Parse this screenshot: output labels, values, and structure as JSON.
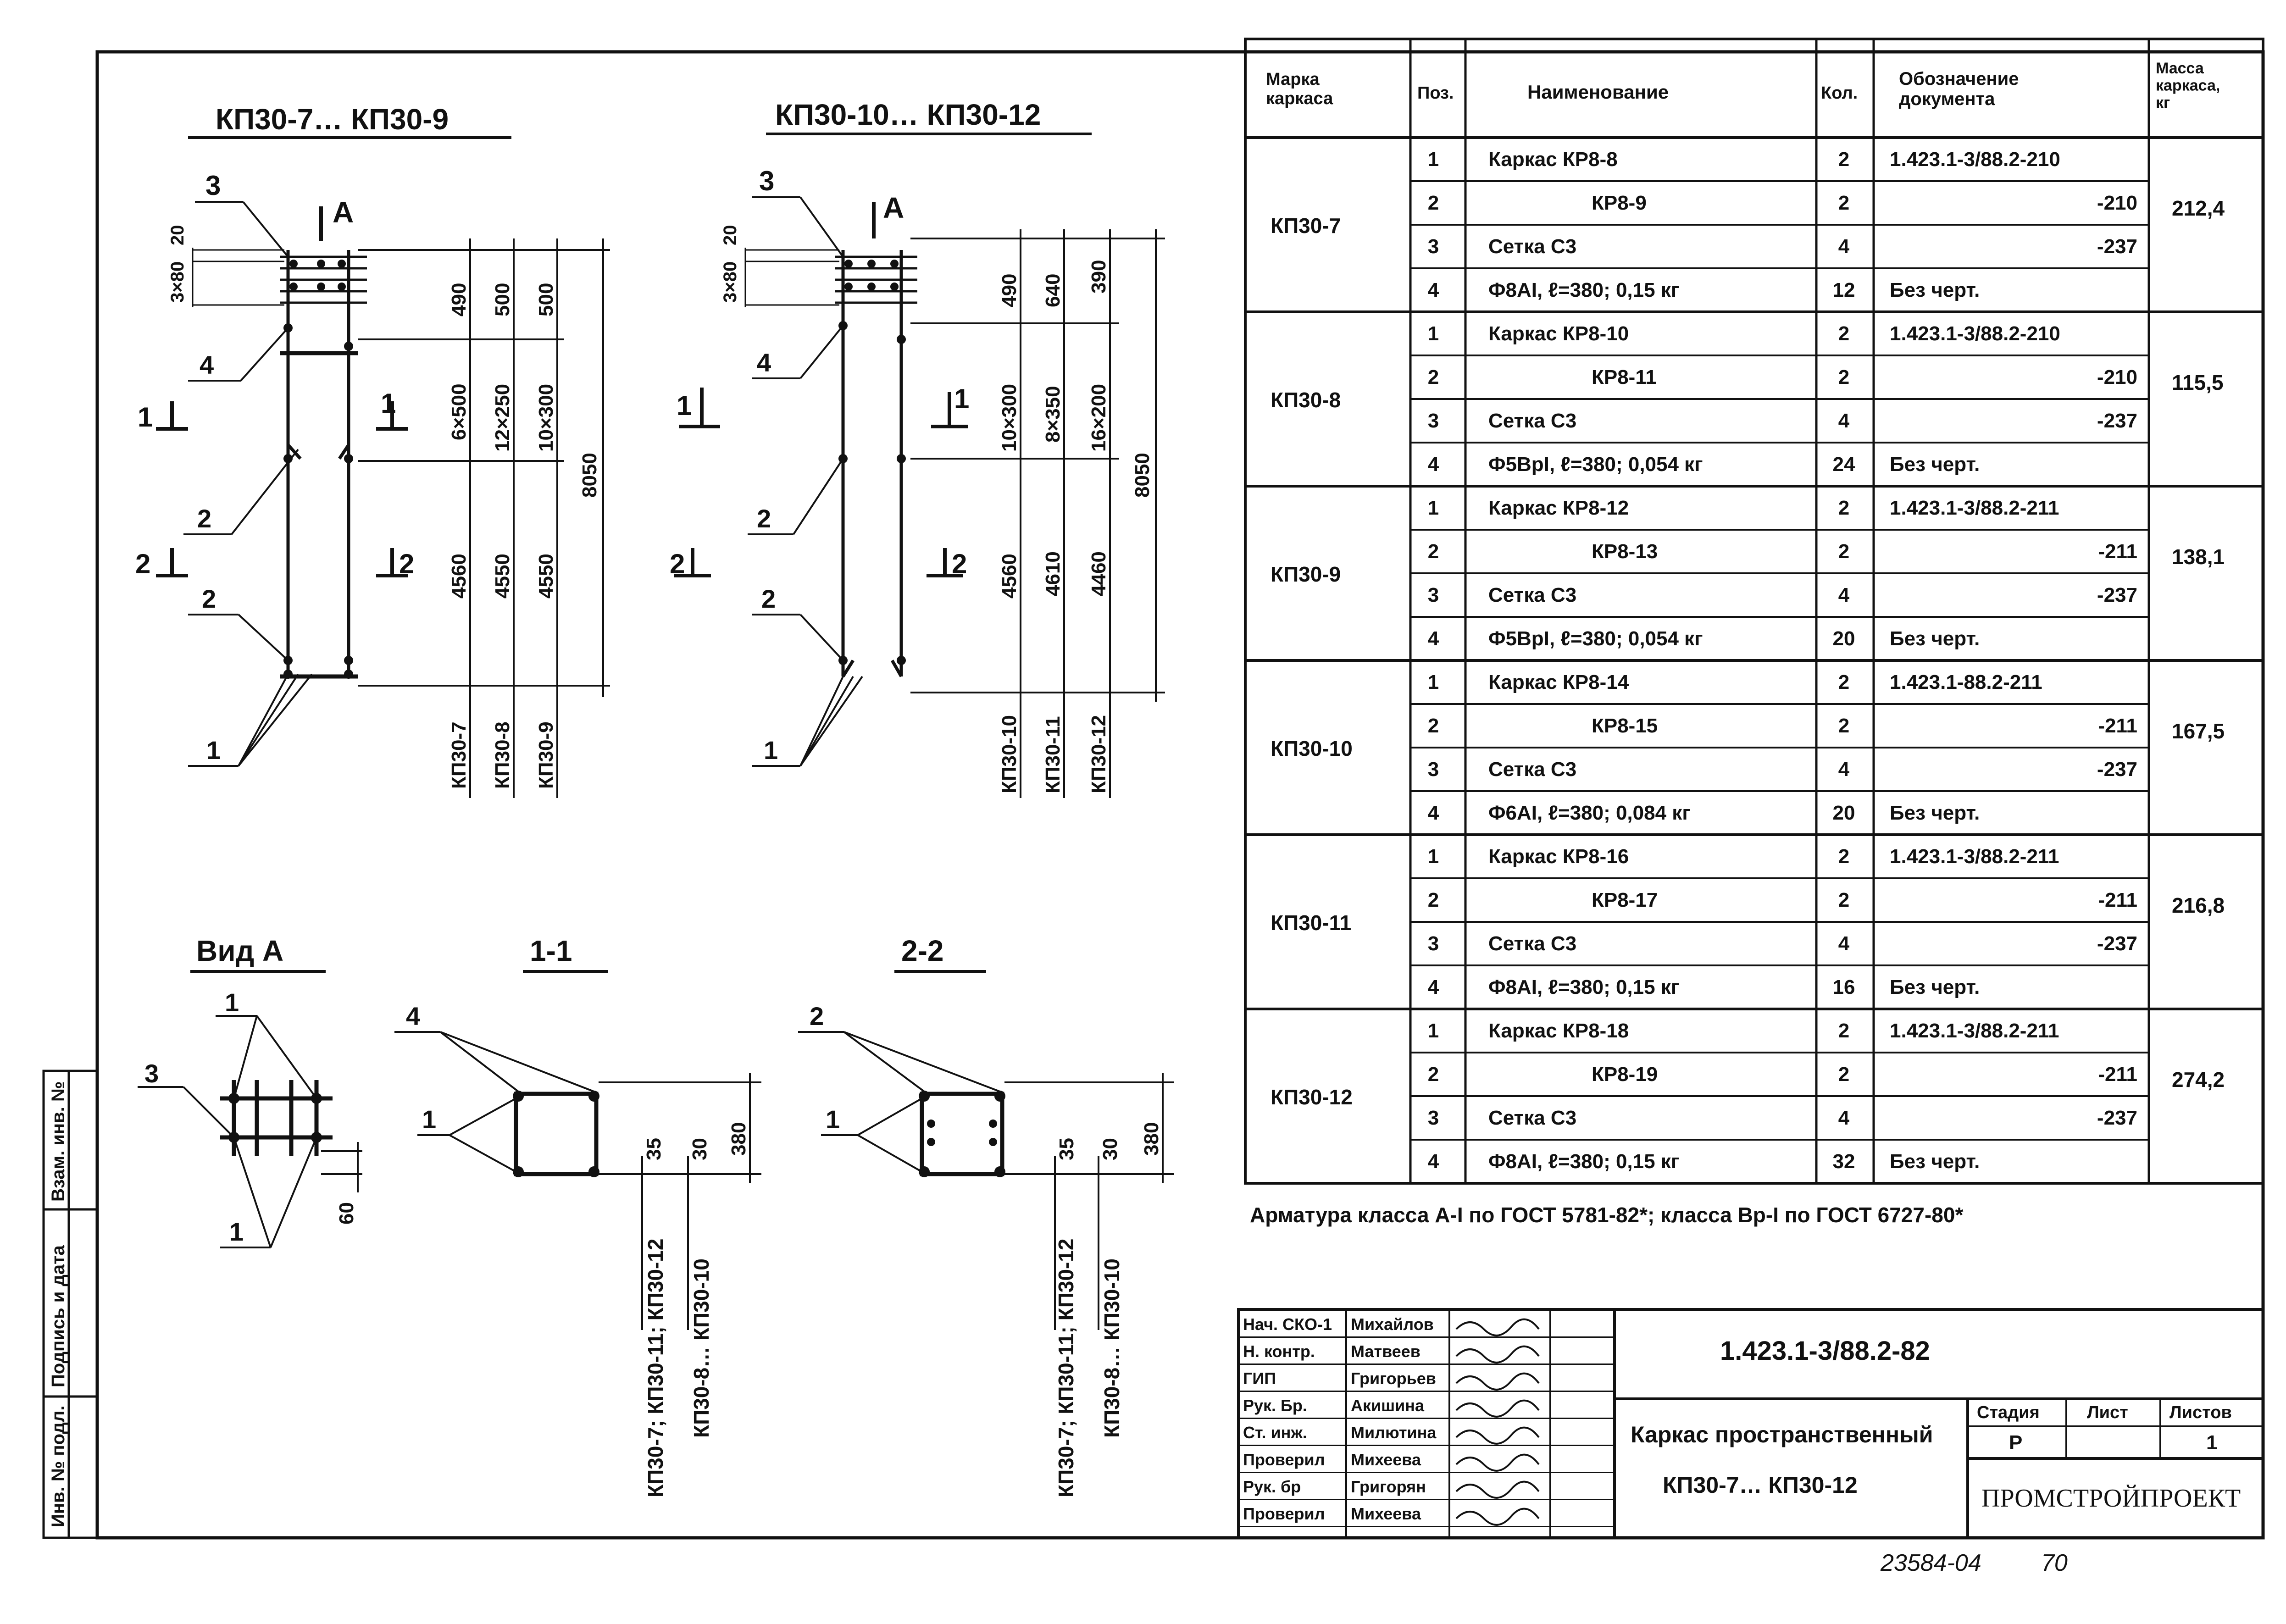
{
  "drawing1": {
    "title": "КП30-7… КП30-9",
    "top_label_3": "3",
    "top_label_A": "А",
    "pitch_label_1": "20",
    "pitch_label_2": "3×80",
    "callout_4": "4",
    "callout_2a": "2",
    "callout_2b": "2",
    "callout_1": "1",
    "sec1_left": "1",
    "sec1_right": "1",
    "sec2_left": "2",
    "sec2_right": "2",
    "dims": [
      {
        "top": "490",
        "mid": "6×500",
        "bot": "4560",
        "mark": "КП30-7"
      },
      {
        "top": "500",
        "mid": "12×250",
        "bot": "4550",
        "mark": "КП30-8"
      },
      {
        "top": "500",
        "mid": "10×300",
        "bot": "4550",
        "mark": "КП30-9"
      }
    ],
    "total": "8050"
  },
  "drawing2": {
    "title": "КП30-10… КП30-12",
    "top_label_3": "3",
    "top_label_A": "А",
    "pitch_label_1": "20",
    "pitch_label_2": "3×80",
    "callout_4": "4",
    "callout_2a": "2",
    "callout_2b": "2",
    "callout_1": "1",
    "sec1_left": "1",
    "sec1_right": "1",
    "sec2_left": "2",
    "sec2_right": "2",
    "dims": [
      {
        "top": "490",
        "mid": "10×300",
        "bot": "4560",
        "mark": "КП30-10"
      },
      {
        "top": "640",
        "mid": "8×350",
        "bot": "4610",
        "mark": "КП30-11"
      },
      {
        "top": "390",
        "mid": "16×200",
        "bot": "4460",
        "mark": "КП30-12"
      }
    ],
    "total": "8050"
  },
  "viewA": {
    "title": "Вид А",
    "c1a": "1",
    "c1b": "1",
    "c3": "3",
    "dim": "60"
  },
  "sec11": {
    "title": "1-1",
    "c4": "4",
    "c1": "1",
    "d1": "35",
    "d2": "30",
    "d3": "380",
    "mark1": "КП30-7; КП30-11; КП30-12",
    "mark2": "КП30-8… КП30-10"
  },
  "sec22": {
    "title": "2-2",
    "c2": "2",
    "c1": "1",
    "d1": "35",
    "d2": "30",
    "d3": "380",
    "mark1": "КП30-7; КП30-11; КП30-12",
    "mark2": "КП30-8… КП30-10"
  },
  "spec": {
    "headers": {
      "mark": "Марка каркаса",
      "pos": "Поз.",
      "name": "Наименование",
      "qty": "Кол.",
      "doc": "Обозначение документа",
      "mass": "Масса каркаса, кг"
    },
    "groups": [
      {
        "mark": "КП30-7",
        "mass": "212,4",
        "rows": [
          {
            "pos": "1",
            "name": "Каркас КР8-8",
            "qty": "2",
            "doc": "1.423.1-3/88.2-210"
          },
          {
            "pos": "2",
            "name": "КР8-9",
            "qty": "2",
            "doc": "-210"
          },
          {
            "pos": "3",
            "name": "Сетка С3",
            "qty": "4",
            "doc": "-237"
          },
          {
            "pos": "4",
            "name": "Ф8АI, ℓ=380; 0,15 кг",
            "qty": "12",
            "doc": "Без черт."
          }
        ]
      },
      {
        "mark": "КП30-8",
        "mass": "115,5",
        "rows": [
          {
            "pos": "1",
            "name": "Каркас КР8-10",
            "qty": "2",
            "doc": "1.423.1-3/88.2-210"
          },
          {
            "pos": "2",
            "name": "КР8-11",
            "qty": "2",
            "doc": "-210"
          },
          {
            "pos": "3",
            "name": "Сетка С3",
            "qty": "4",
            "doc": "-237"
          },
          {
            "pos": "4",
            "name": "Ф5ВрI, ℓ=380; 0,054 кг",
            "qty": "24",
            "doc": "Без черт."
          }
        ]
      },
      {
        "mark": "КП30-9",
        "mass": "138,1",
        "rows": [
          {
            "pos": "1",
            "name": "Каркас КР8-12",
            "qty": "2",
            "doc": "1.423.1-3/88.2-211"
          },
          {
            "pos": "2",
            "name": "КР8-13",
            "qty": "2",
            "doc": "-211"
          },
          {
            "pos": "3",
            "name": "Сетка С3",
            "qty": "4",
            "doc": "-237"
          },
          {
            "pos": "4",
            "name": "Ф5ВрI, ℓ=380; 0,054 кг",
            "qty": "20",
            "doc": "Без черт."
          }
        ]
      },
      {
        "mark": "КП30-10",
        "mass": "167,5",
        "rows": [
          {
            "pos": "1",
            "name": "Каркас КР8-14",
            "qty": "2",
            "doc": "1.423.1-88.2-211"
          },
          {
            "pos": "2",
            "name": "КР8-15",
            "qty": "2",
            "doc": "-211"
          },
          {
            "pos": "3",
            "name": "Сетка С3",
            "qty": "4",
            "doc": "-237"
          },
          {
            "pos": "4",
            "name": "Ф6АI, ℓ=380; 0,084 кг",
            "qty": "20",
            "doc": "Без черт."
          }
        ]
      },
      {
        "mark": "КП30-11",
        "mass": "216,8",
        "rows": [
          {
            "pos": "1",
            "name": "Каркас КР8-16",
            "qty": "2",
            "doc": "1.423.1-3/88.2-211"
          },
          {
            "pos": "2",
            "name": "КР8-17",
            "qty": "2",
            "doc": "-211"
          },
          {
            "pos": "3",
            "name": "Сетка С3",
            "qty": "4",
            "doc": "-237"
          },
          {
            "pos": "4",
            "name": "Ф8АI, ℓ=380; 0,15 кг",
            "qty": "16",
            "doc": "Без черт."
          }
        ]
      },
      {
        "mark": "КП30-12",
        "mass": "274,2",
        "rows": [
          {
            "pos": "1",
            "name": "Каркас КР8-18",
            "qty": "2",
            "doc": "1.423.1-3/88.2-211"
          },
          {
            "pos": "2",
            "name": "КР8-19",
            "qty": "2",
            "doc": "-211"
          },
          {
            "pos": "3",
            "name": "Сетка С3",
            "qty": "4",
            "doc": "-237"
          },
          {
            "pos": "4",
            "name": "Ф8АI, ℓ=380; 0,15 кг",
            "qty": "32",
            "doc": "Без черт."
          }
        ]
      }
    ]
  },
  "note": "Арматура класса А-I по ГОСТ 5781-82*; класса Вр-I по ГОСТ 6727-80*",
  "side_stamp": [
    "Инв. № подл.",
    "Подпись и дата",
    "Взам. инв. №"
  ],
  "title_block": {
    "people": [
      {
        "role": "Нач. СКО-1",
        "name": "Михайлов"
      },
      {
        "role": "Н. контр.",
        "name": "Матвеев"
      },
      {
        "role": "ГИП",
        "name": "Григорьев"
      },
      {
        "role": "Рук. Бр.",
        "name": "Акишина"
      },
      {
        "role": "Ст. инж.",
        "name": "Милютина"
      },
      {
        "role": "Проверил",
        "name": "Михеева"
      },
      {
        "role": "Рук. бр",
        "name": "Григорян"
      },
      {
        "role": "Проверил",
        "name": "Михеева"
      }
    ],
    "code": "1.423.1-3/88.2-82",
    "name_line1": "Каркас пространственный",
    "name_line2": "КП30-7… КП30-12",
    "stage_h": "Стадия",
    "sheet_h": "Лист",
    "sheets_h": "Листов",
    "stage": "Р",
    "sheet": "",
    "sheets": "1",
    "org": "ПРОМСТРОЙПРОЕКТ"
  },
  "footer": {
    "num1": "23584-04",
    "num2": "70"
  }
}
